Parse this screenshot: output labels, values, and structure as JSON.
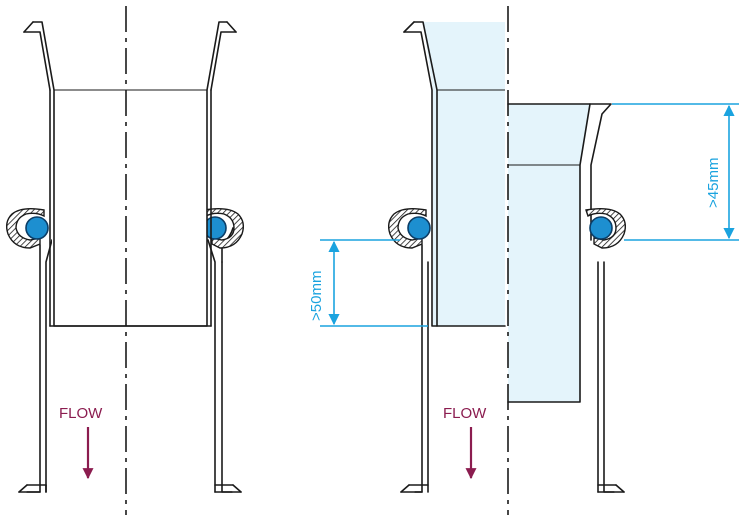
{
  "labels": {
    "flow_left": "FLOW",
    "flow_right": "FLOW",
    "dim_top": ">45mm",
    "dim_bottom": ">50mm"
  },
  "colors": {
    "outline": "#1a1a1a",
    "dimension": "#1aa3df",
    "flow": "#8b1c4f",
    "seal": "#1d8fd0",
    "water_fill": "#e4f4fb"
  }
}
